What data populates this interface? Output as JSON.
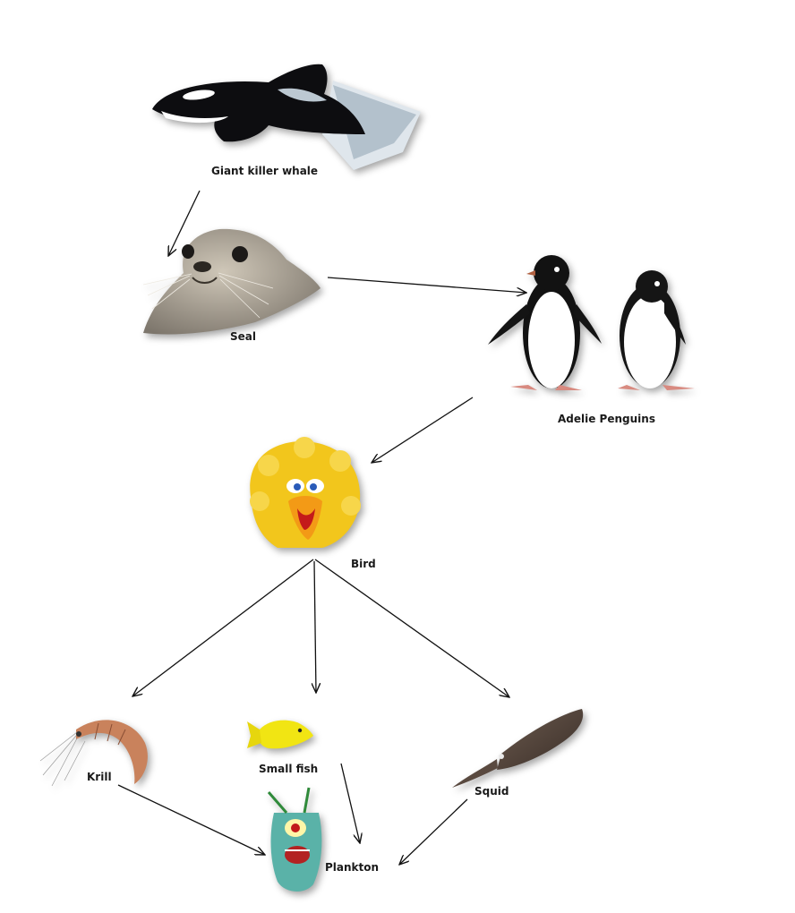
{
  "nodes": {
    "killer_whale": {
      "label": "Giant killer whale"
    },
    "seal": {
      "label": "Seal"
    },
    "penguins": {
      "label": "Adelie Penguins"
    },
    "bird": {
      "label": "Bird"
    },
    "krill": {
      "label": "Krill"
    },
    "small_fish": {
      "label": "Small fish"
    },
    "squid": {
      "label": "Squid"
    },
    "plankton": {
      "label": "Plankton"
    }
  },
  "edges": [
    {
      "from": "killer_whale",
      "to": "seal"
    },
    {
      "from": "seal",
      "to": "penguins"
    },
    {
      "from": "penguins",
      "to": "bird"
    },
    {
      "from": "bird",
      "to": "krill"
    },
    {
      "from": "bird",
      "to": "small_fish"
    },
    {
      "from": "bird",
      "to": "squid"
    },
    {
      "from": "krill",
      "to": "plankton"
    },
    {
      "from": "small_fish",
      "to": "plankton"
    },
    {
      "from": "squid",
      "to": "plankton"
    }
  ]
}
